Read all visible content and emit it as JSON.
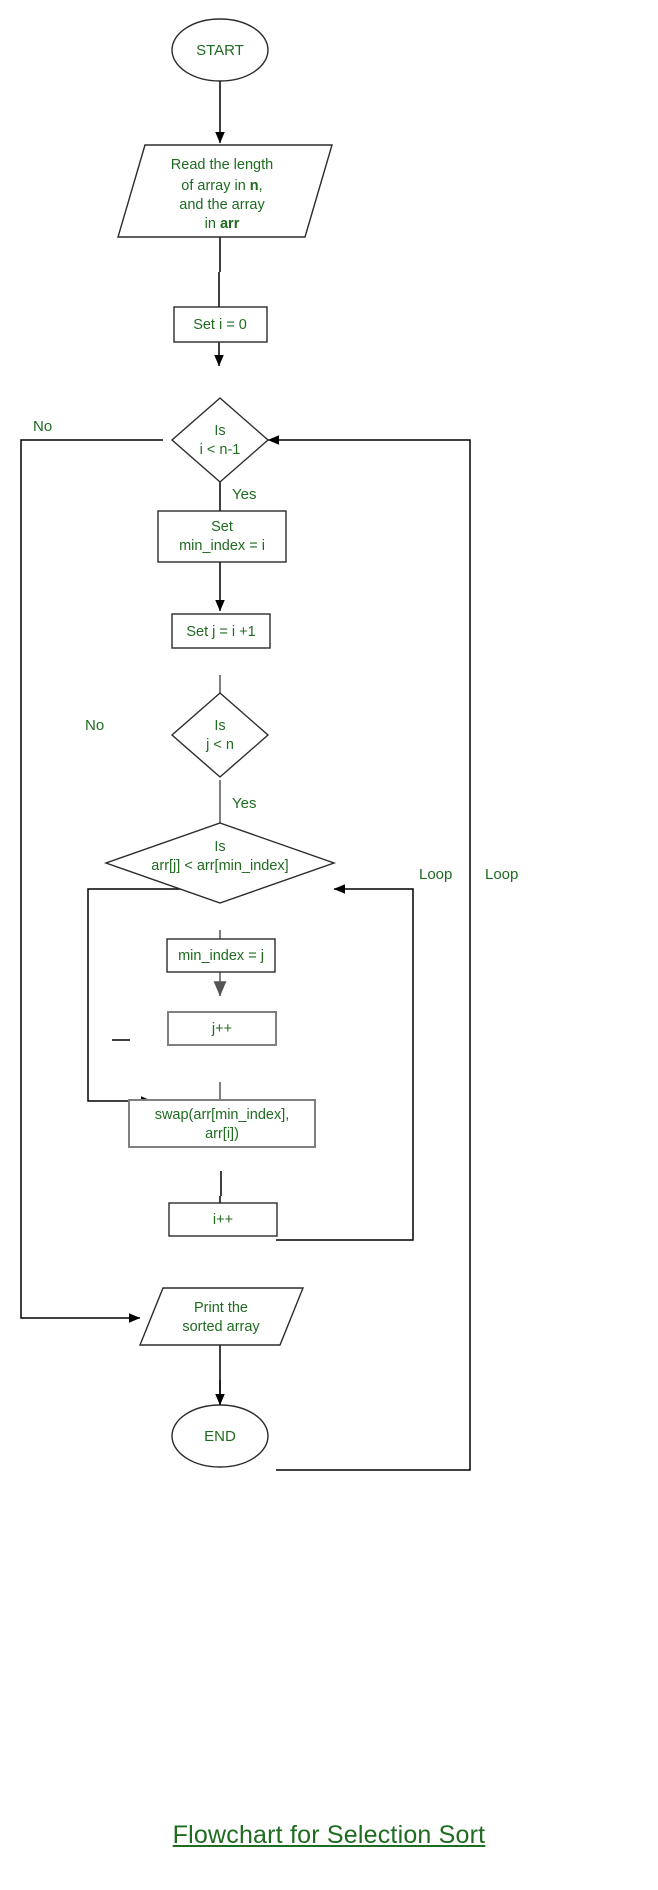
{
  "diagram": {
    "title": "Flowchart for Selection Sort",
    "colors": {
      "text": "#1f6b20",
      "stroke_dark": "#2b2b2b",
      "stroke_grey": "#808080",
      "background": "#ffffff"
    },
    "nodes": {
      "start": {
        "label": "START",
        "shape": "terminator"
      },
      "read_input": {
        "shape": "parallelogram",
        "line1": "Read the length",
        "line2a": "of array in ",
        "line2b": "n",
        "line2c": ",",
        "line3": "and the array",
        "line4a": "in ",
        "line4b": "arr"
      },
      "set_i": {
        "label": "Set i = 0",
        "shape": "process"
      },
      "outer_cond": {
        "line1": "Is",
        "line2": "i < n-1",
        "shape": "decision"
      },
      "set_min_index": {
        "line1": "Set",
        "line2": "min_index = i",
        "shape": "process"
      },
      "set_j": {
        "label": "Set j = i +1",
        "shape": "process"
      },
      "inner_cond": {
        "line1": "Is",
        "line2": "j < n",
        "shape": "decision"
      },
      "compare_cond": {
        "line1": "Is",
        "line2": "arr[j] < arr[min_index]",
        "shape": "decision"
      },
      "assign_min_index": {
        "label": "min_index = j",
        "shape": "process"
      },
      "j_inc": {
        "label": "j++",
        "shape": "process"
      },
      "swap": {
        "line1": "swap(arr[min_index],",
        "line2": "arr[i])",
        "shape": "process"
      },
      "i_inc": {
        "label": "i++",
        "shape": "process"
      },
      "print_output": {
        "line1": "Print the",
        "line2": "sorted array",
        "shape": "parallelogram"
      },
      "end": {
        "label": "END",
        "shape": "terminator"
      }
    },
    "edge_labels": {
      "outer_no": "No",
      "outer_yes": "Yes",
      "inner_no": "No",
      "inner_yes": "Yes",
      "inner_loop": "Loop",
      "outer_loop": "Loop"
    }
  }
}
